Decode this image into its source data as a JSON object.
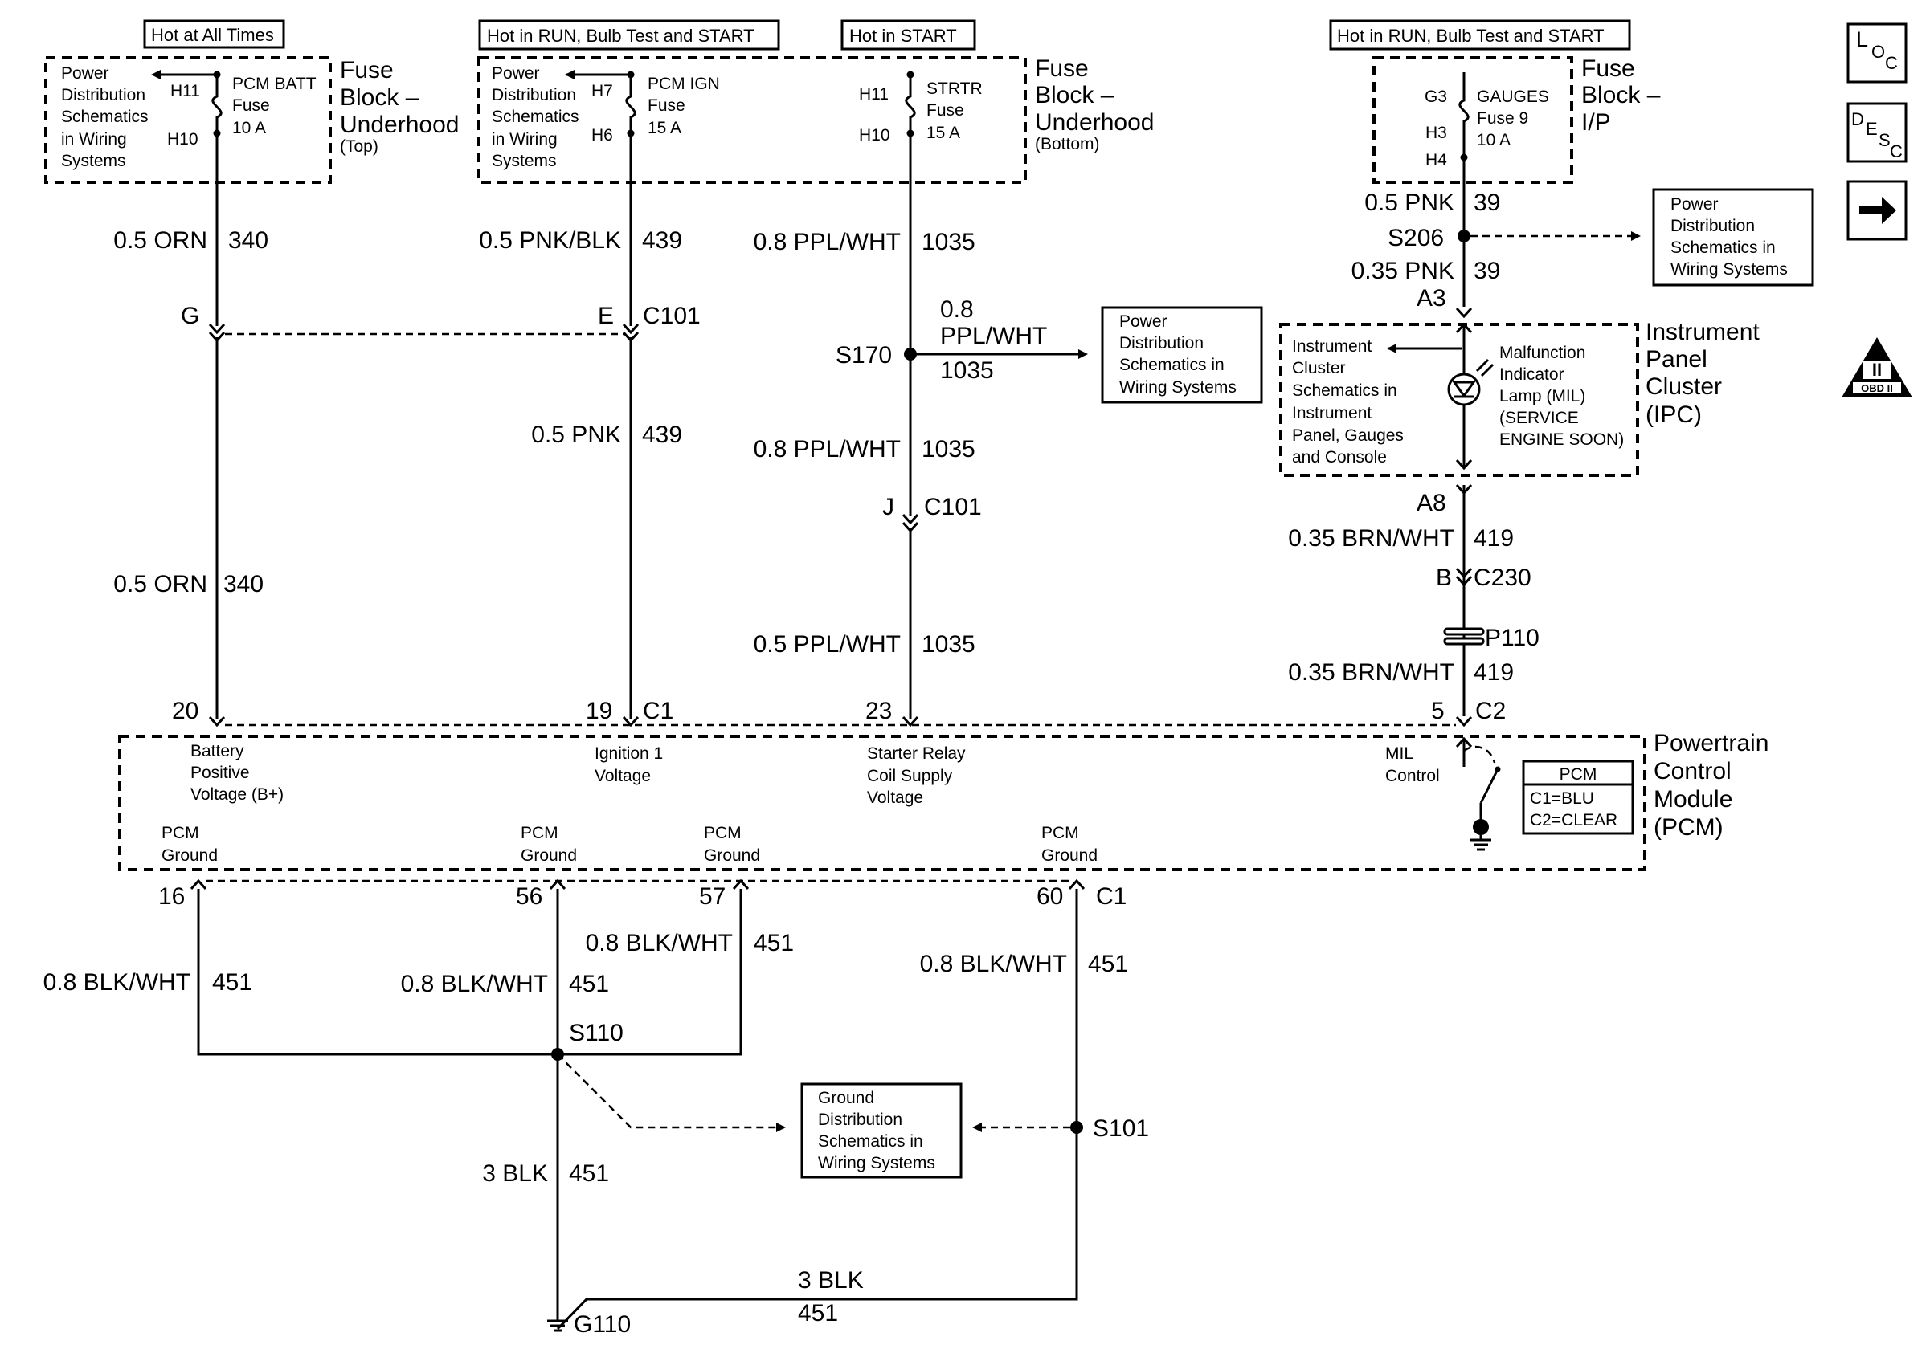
{
  "banners": {
    "hot_all_times": "Hot at All Times",
    "hot_run_bulb_start_1": "Hot in RUN, Bulb Test and START",
    "hot_start": "Hot in START",
    "hot_run_bulb_start_2": "Hot in RUN, Bulb Test and START"
  },
  "power_ref": [
    "Power",
    "Distribution",
    "Schematics",
    "in Wiring",
    "Systems"
  ],
  "power_ref_box": [
    "Power",
    "Distribution",
    "Schematics in",
    "Wiring Systems"
  ],
  "ground_ref_box": [
    "Ground",
    "Distribution",
    "Schematics in",
    "Wiring Systems"
  ],
  "ipc_ref": [
    "Instrument",
    "Cluster",
    "Schematics in",
    "Instrument",
    "Panel, Gauges",
    "and Console"
  ],
  "fuse_top": {
    "title": [
      "Fuse",
      "Block –",
      "Underhood"
    ],
    "sub": "(Top)"
  },
  "fuse_bottom": {
    "title": [
      "Fuse",
      "Block –",
      "Underhood"
    ],
    "sub": "(Bottom)"
  },
  "fuse_ip": {
    "title": [
      "Fuse",
      "Block –",
      "I/P"
    ]
  },
  "fuses": {
    "batt": {
      "top_pin": "H11",
      "bot_pin": "H10",
      "name": [
        "PCM BATT",
        "Fuse",
        "10 A"
      ]
    },
    "ign": {
      "top_pin": "H7",
      "bot_pin": "H6",
      "name": [
        "PCM IGN",
        "Fuse",
        "15 A"
      ]
    },
    "strtr": {
      "top_pin": "H11",
      "bot_pin": "H10",
      "name": [
        "STRTR",
        "Fuse",
        "15 A"
      ]
    },
    "gauges": {
      "top_pin": "G3",
      "mid_pin": "H3",
      "bot_pin": "H4",
      "name": [
        "GAUGES",
        "Fuse 9",
        "10 A"
      ]
    }
  },
  "wires": {
    "orn_340_a": {
      "gauge": "0.5 ORN",
      "circuit": "340"
    },
    "orn_340_b": {
      "gauge": "0.5 ORN",
      "circuit": "340"
    },
    "pnkblk_439": {
      "gauge": "0.5 PNK/BLK",
      "circuit": "439"
    },
    "pnk_439": {
      "gauge": "0.5 PNK",
      "circuit": "439"
    },
    "pplwht_1035_a": {
      "gauge": "0.8 PPL/WHT",
      "circuit": "1035"
    },
    "pplwht_1035_branch": {
      "gauge_1": "0.8",
      "gauge_2": "PPL/WHT",
      "circuit": "1035"
    },
    "pplwht_1035_b": {
      "gauge": "0.8 PPL/WHT",
      "circuit": "1035"
    },
    "pplwht_1035_c": {
      "gauge": "0.5 PPL/WHT",
      "circuit": "1035"
    },
    "pnk_39_a": {
      "gauge": "0.5 PNK",
      "circuit": "39"
    },
    "pnk_39_b": {
      "gauge": "0.35 PNK",
      "circuit": "39"
    },
    "brnwht_419_a": {
      "gauge": "0.35 BRN/WHT",
      "circuit": "419"
    },
    "brnwht_419_b": {
      "gauge": "0.35 BRN/WHT",
      "circuit": "419"
    },
    "blkwht_451_16": {
      "gauge": "0.8 BLK/WHT",
      "circuit": "451"
    },
    "blkwht_451_56": {
      "gauge": "0.8 BLK/WHT",
      "circuit": "451"
    },
    "blkwht_451_57": {
      "gauge": "0.8 BLK/WHT",
      "circuit": "451"
    },
    "blkwht_451_60": {
      "gauge": "0.8 BLK/WHT",
      "circuit": "451"
    },
    "blk_451_a": {
      "gauge": "3 BLK",
      "circuit": "451"
    },
    "blk_451_b": {
      "gauge": "3 BLK",
      "circuit": "451"
    }
  },
  "connectors": {
    "g": "G",
    "e": "E",
    "c101_a": "C101",
    "j": "J",
    "c101_b": "C101",
    "s170": "S170",
    "s206": "S206",
    "a3": "A3",
    "a8": "A8",
    "b": "B",
    "c230": "C230",
    "p110": "P110",
    "p20": "20",
    "p19": "19",
    "c1_top": "C1",
    "p23": "23",
    "p5": "5",
    "c2": "C2",
    "p16": "16",
    "p56": "56",
    "p57": "57",
    "p60": "60",
    "c1_bot": "C1",
    "s110": "S110",
    "s101": "S101",
    "g110": "G110"
  },
  "ipc": {
    "title": [
      "Instrument",
      "Panel",
      "Cluster",
      "(IPC)"
    ],
    "mil": [
      "Malfunction",
      "Indicator",
      "Lamp (MIL)",
      "(SERVICE",
      "ENGINE SOON)"
    ]
  },
  "pcm": {
    "title": [
      "Powertrain",
      "Control",
      "Module",
      "(PCM)"
    ],
    "b_plus": [
      "Battery",
      "Positive",
      "Voltage (B+)"
    ],
    "ign1": [
      "Ignition 1",
      "Voltage"
    ],
    "starter": [
      "Starter Relay",
      "Coil Supply",
      "Voltage"
    ],
    "mil_ctrl": [
      "MIL",
      "Control"
    ],
    "ground_label": [
      "PCM",
      "Ground"
    ],
    "legend_title": "PCM",
    "legend_c1": "C1=BLU",
    "legend_c2": "C2=CLEAR"
  },
  "side_icons": {
    "loc": [
      "L",
      "O",
      "C"
    ],
    "desc": [
      "D",
      "E",
      "S",
      "C"
    ],
    "arrow": "next-arrow-icon",
    "obd_roman": "II",
    "obd_label": "OBD II"
  }
}
